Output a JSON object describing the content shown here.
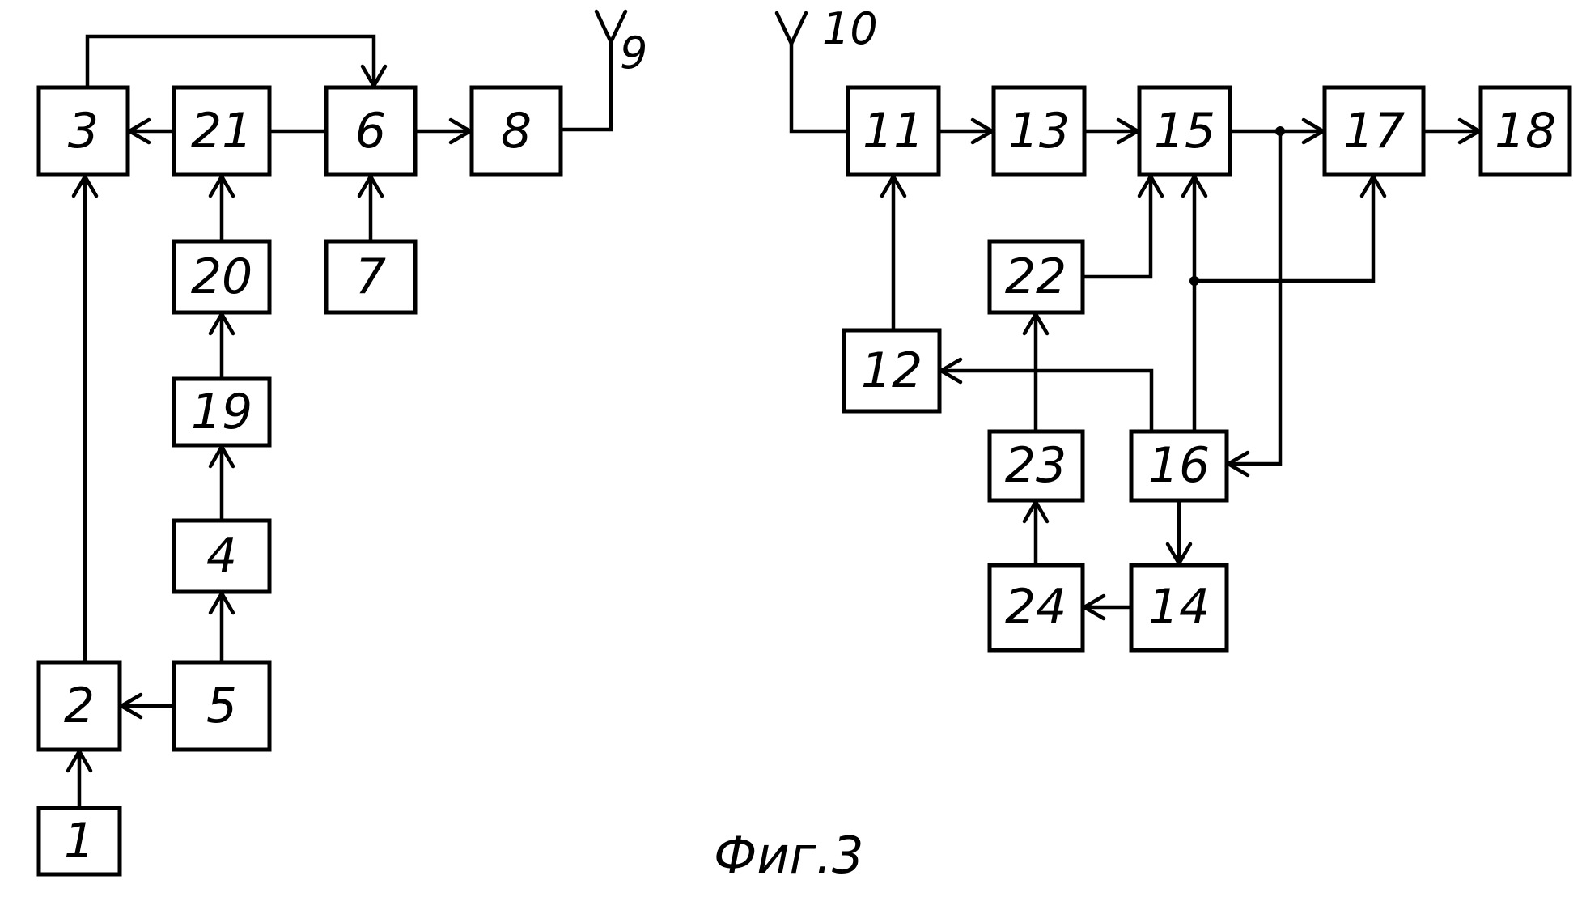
{
  "blocks": {
    "b1": "1",
    "b2": "2",
    "b3": "3",
    "b4": "4",
    "b5": "5",
    "b6": "6",
    "b7": "7",
    "b8": "8",
    "b11": "11",
    "b12": "12",
    "b13": "13",
    "b14": "14",
    "b15": "15",
    "b16": "16",
    "b17": "17",
    "b18": "18",
    "b19": "19",
    "b20": "20",
    "b21": "21",
    "b22": "22",
    "b23": "23",
    "b24": "24"
  },
  "antennas": {
    "a9": "9",
    "a10": "10"
  },
  "caption": "Фиг.3"
}
